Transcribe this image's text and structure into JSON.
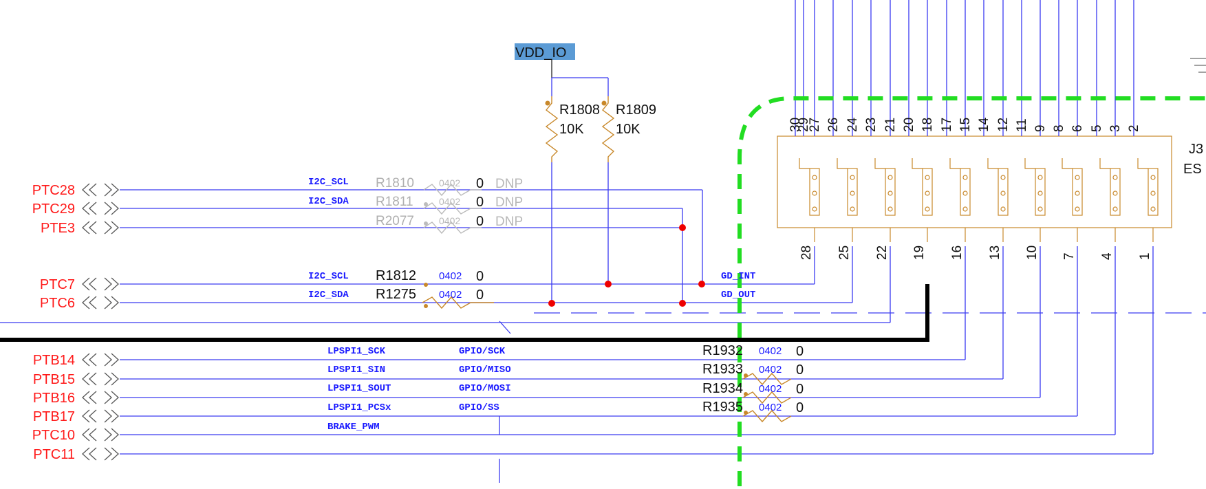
{
  "power": {
    "label": "VDD_IO",
    "highlight": "#5b9bd5"
  },
  "pullups": [
    {
      "ref": "R1808",
      "value": "10K"
    },
    {
      "ref": "R1809",
      "value": "10K"
    }
  ],
  "ports": [
    {
      "name": "PTC28"
    },
    {
      "name": "PTC29"
    },
    {
      "name": "PTE3"
    },
    {
      "name": "PTC7"
    },
    {
      "name": "PTC6"
    },
    {
      "name": "PTB14"
    },
    {
      "name": "PTB15"
    },
    {
      "name": "PTB16"
    },
    {
      "name": "PTB17"
    },
    {
      "name": "PTC10"
    },
    {
      "name": "PTC11"
    }
  ],
  "net_labels": {
    "i2c_scl_top": "I2C_SCL",
    "i2c_sda_top": "I2C_SDA",
    "i2c_scl_bot": "I2C_SCL",
    "i2c_sda_bot": "I2C_SDA",
    "spi": [
      "LPSPI1_SCK",
      "LPSPI1_SIN",
      "LPSPI1_SOUT",
      "LPSPI1_PCSx",
      "BRAKE_PWM"
    ],
    "gpio": [
      "GPIO/SCK",
      "GPIO/MISO",
      "GPIO/MOSI",
      "GPIO/SS"
    ],
    "gd_int": "GD_INT",
    "gd_out": "GD_OUT"
  },
  "dnp_resistors": [
    {
      "ref": "R1810",
      "package": "0402",
      "value": "0",
      "note": "DNP"
    },
    {
      "ref": "R1811",
      "package": "0402",
      "value": "0",
      "note": "DNP"
    },
    {
      "ref": "R2077",
      "package": "0402",
      "value": "0",
      "note": "DNP"
    }
  ],
  "series_resistors": [
    {
      "ref": "R1812",
      "package": "0402",
      "value": "0"
    },
    {
      "ref": "R1275",
      "package": "0402",
      "value": "0"
    }
  ],
  "spi_resistors": [
    {
      "ref": "R1932",
      "package": "0402",
      "value": "0"
    },
    {
      "ref": "R1933",
      "package": "0402",
      "value": "0"
    },
    {
      "ref": "R1934",
      "package": "0402",
      "value": "0"
    },
    {
      "ref": "R1935",
      "package": "0402",
      "value": "0"
    }
  ],
  "connector": {
    "ref": "J3",
    "partial_label": "ES",
    "top_pins": [
      "30",
      "29",
      "27",
      "26",
      "24",
      "23",
      "21",
      "20",
      "18",
      "17",
      "15",
      "14",
      "12",
      "11",
      "9",
      "8",
      "6",
      "5",
      "3",
      "2"
    ],
    "bottom_pins": [
      "28",
      "25",
      "22",
      "19",
      "16",
      "13",
      "10",
      "7",
      "4",
      "1"
    ]
  },
  "colors": {
    "port": "#ff1a1a",
    "net": "#1a1aff",
    "wire": "#3a3af0",
    "resistor": "#c8882a",
    "junction": "#ee0000",
    "keepout": "#22dd22"
  }
}
